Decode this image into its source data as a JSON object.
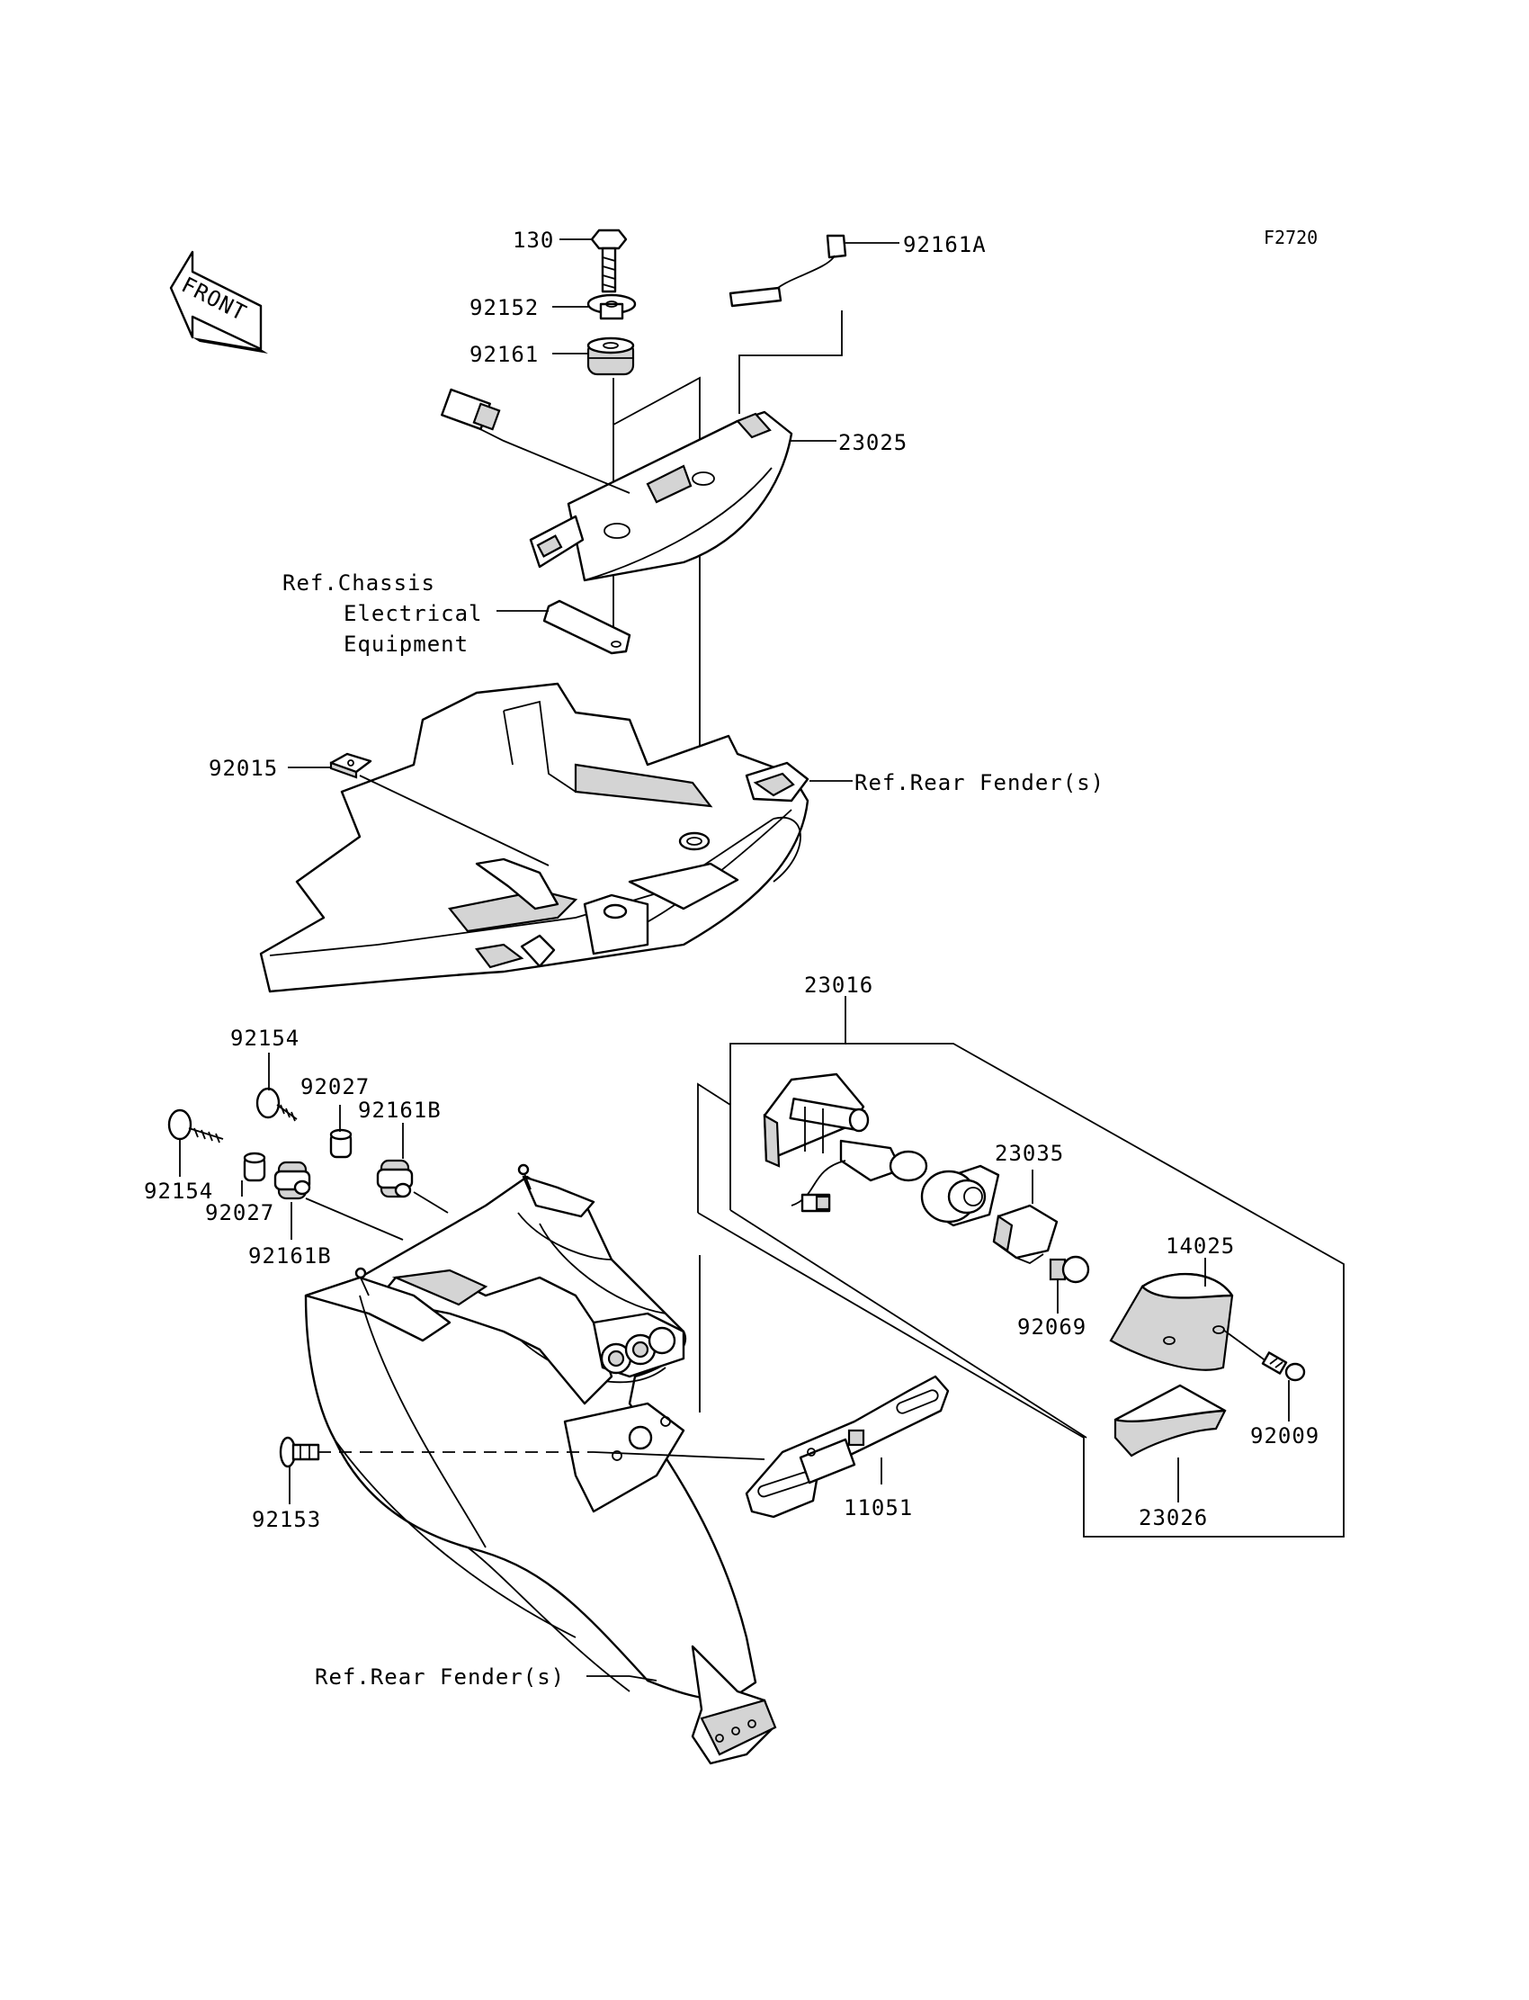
{
  "diagram_code": "F2720",
  "front_arrow_text": "FRONT",
  "labels": {
    "p130": "130",
    "p92152": "92152",
    "p92161": "92161",
    "p92161A": "92161A",
    "p23025": "23025",
    "ref_chassis_1": "Ref.Chassis",
    "ref_chassis_2": "Electrical",
    "ref_chassis_3": "Equipment",
    "p92015": "92015",
    "ref_rear_fender_upper": "Ref.Rear Fender(s)",
    "p23016": "23016",
    "p92154_top": "92154",
    "p92027_top": "92027",
    "p92161B_top": "92161B",
    "p92154_left": "92154",
    "p92027_left": "92027",
    "p92161B_left": "92161B",
    "p23035": "23035",
    "p14025": "14025",
    "p92069": "92069",
    "p92009": "92009",
    "p92153": "92153",
    "p11051": "11051",
    "p23026": "23026",
    "ref_rear_fender_lower": "Ref.Rear Fender(s)"
  }
}
